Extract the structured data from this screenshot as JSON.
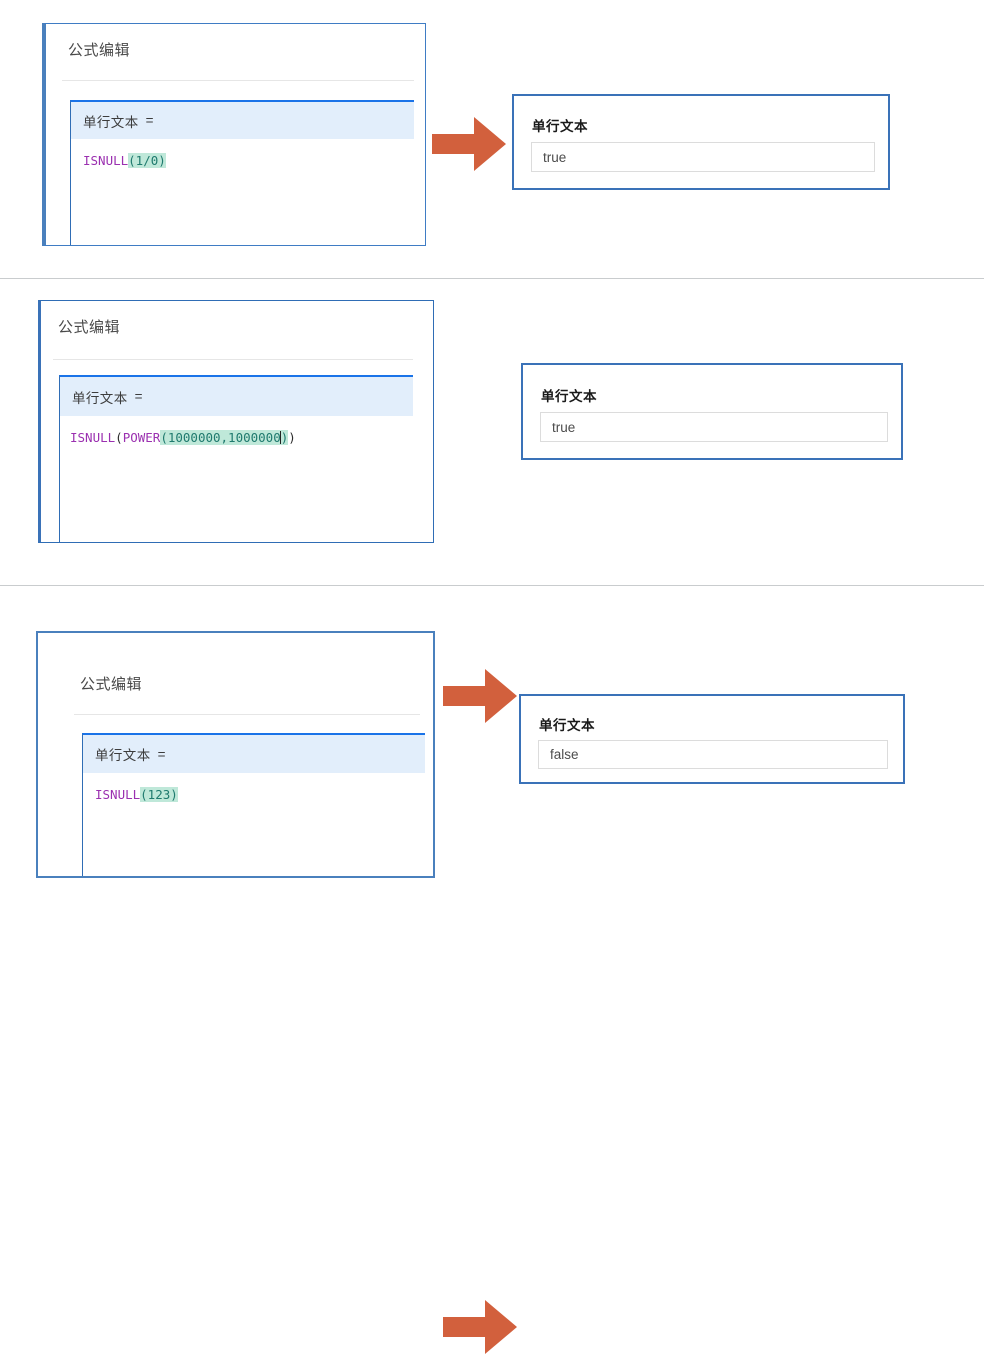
{
  "colors": {
    "arrow": "#d2603d",
    "card_border_blue": "#3a72b8",
    "editor_accent": "#1a73e8",
    "editor_header_bg": "#e2eefb",
    "token_function": "#9b30b0",
    "token_paren": "#1f7a6e",
    "token_highlight_bg": "#bfe8d9",
    "divider": "#c9ccce"
  },
  "sections": [
    {
      "id": "example-1",
      "editor": {
        "title": "公式编辑",
        "field_label": "单行文本",
        "equals": "=",
        "formula_plain": "ISNULL(1/0)",
        "tokens": [
          {
            "text": "ISNULL",
            "kind": "function"
          },
          {
            "text": "(1/0)",
            "kind": "paren-highlight"
          }
        ]
      },
      "arrow": {
        "icon": "arrow-right-icon"
      },
      "result": {
        "label": "单行文本",
        "value": "true"
      }
    },
    {
      "id": "example-2",
      "editor": {
        "title": "公式编辑",
        "field_label": "单行文本",
        "equals": "=",
        "formula_plain": "ISNULL(POWER(1000000,1000000))",
        "tokens": [
          {
            "text": "ISNULL",
            "kind": "function"
          },
          {
            "text": "(",
            "kind": "plain"
          },
          {
            "text": "POWER",
            "kind": "function"
          },
          {
            "text": "(1000000,1000000",
            "kind": "paren-highlight"
          },
          {
            "text": ")",
            "kind": "paren-highlight-caret"
          },
          {
            "text": ")",
            "kind": "plain"
          }
        ],
        "has_caret": true
      },
      "arrow": {
        "icon": "arrow-right-icon"
      },
      "result": {
        "label": "单行文本",
        "value": "true"
      }
    },
    {
      "id": "example-3",
      "editor": {
        "title": "公式编辑",
        "field_label": "单行文本",
        "equals": "=",
        "formula_plain": "ISNULL(123)",
        "tokens": [
          {
            "text": "ISNULL",
            "kind": "function"
          },
          {
            "text": "(123)",
            "kind": "paren-highlight"
          }
        ]
      },
      "arrow": {
        "icon": "arrow-right-icon"
      },
      "result": {
        "label": "单行文本",
        "value": "false"
      }
    }
  ]
}
